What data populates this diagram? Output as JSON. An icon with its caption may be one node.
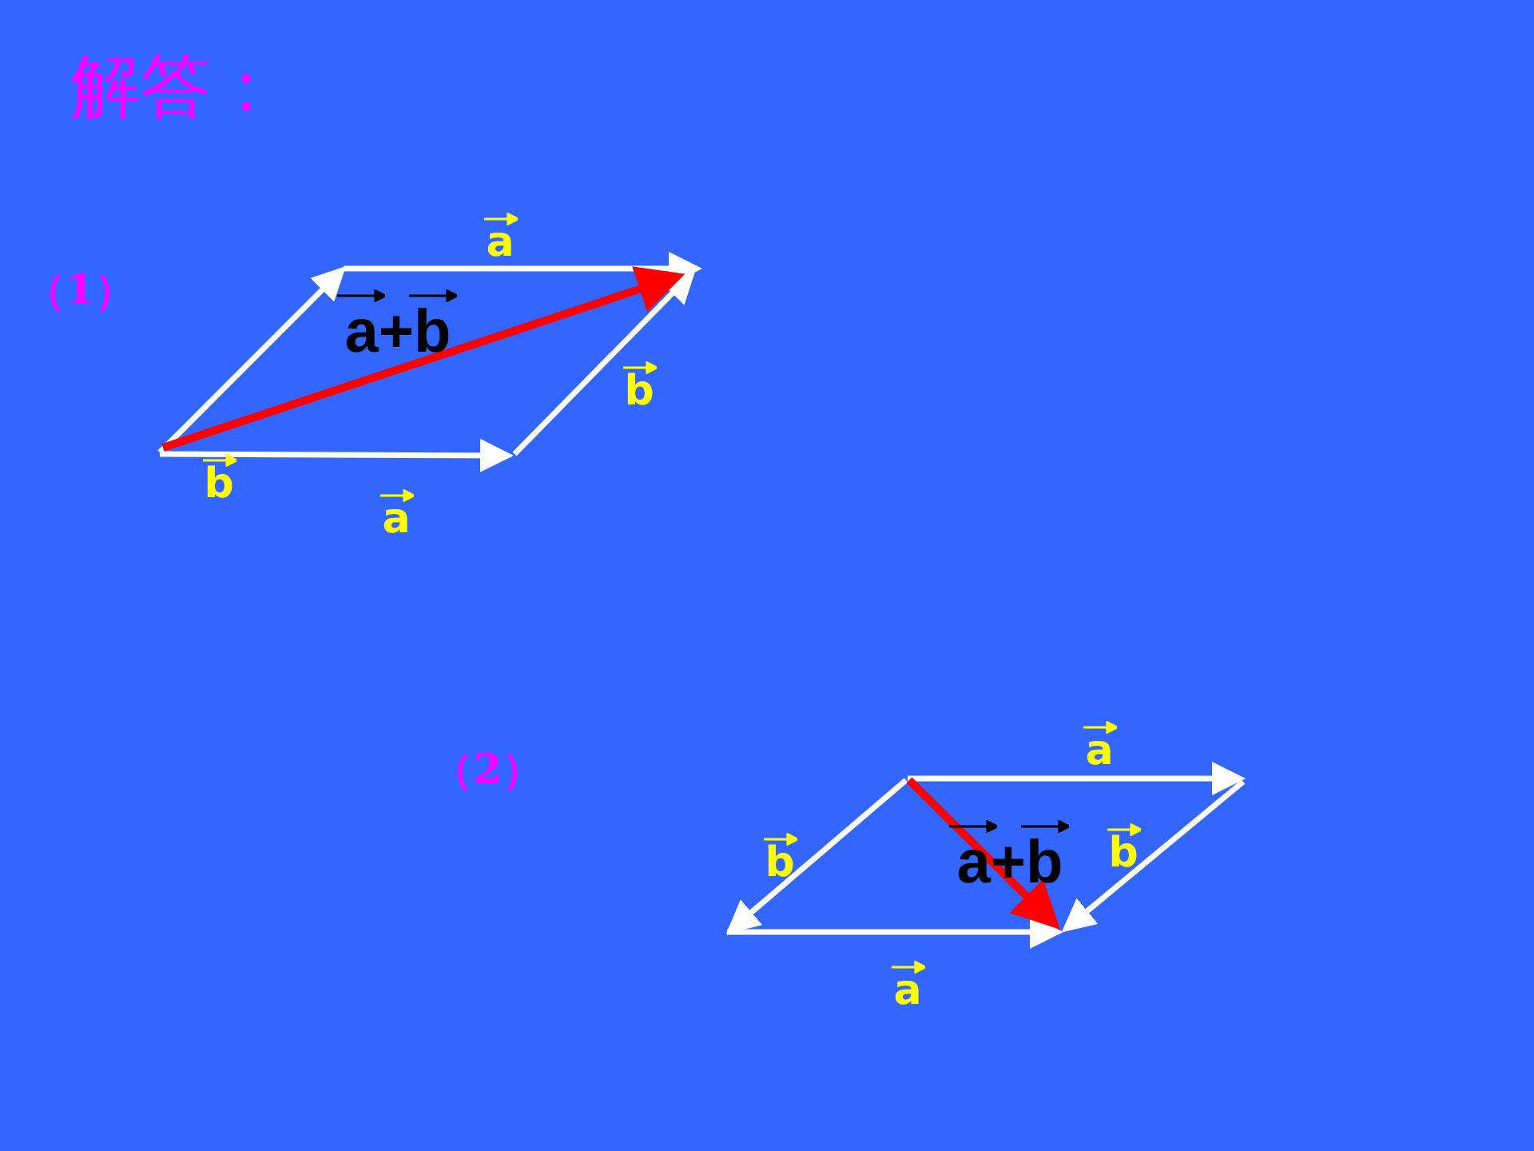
{
  "diagram": {
    "title": "解答：",
    "labels": [
      "（1）",
      "a",
      "a+b",
      "b",
      "b",
      "a",
      "（2）",
      "a",
      "b",
      "a+b",
      "b",
      "a"
    ]
  }
}
